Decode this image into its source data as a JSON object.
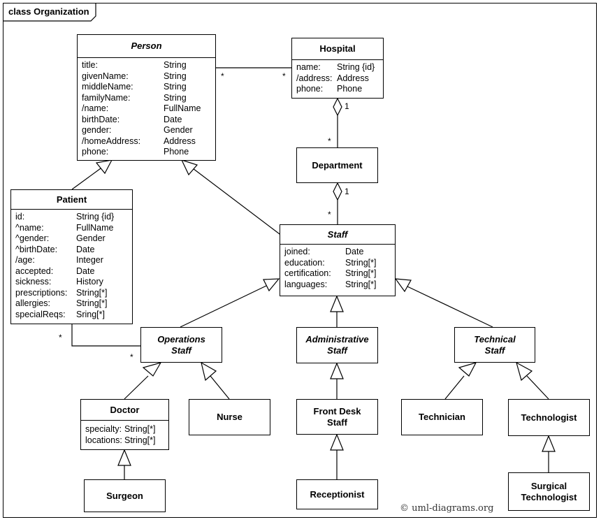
{
  "frame": {
    "title": "class Organization"
  },
  "classes": {
    "person": {
      "name": "Person",
      "attributes": [
        {
          "name": "title:",
          "type": "String"
        },
        {
          "name": "givenName:",
          "type": "String"
        },
        {
          "name": "middleName:",
          "type": "String"
        },
        {
          "name": "familyName:",
          "type": "String"
        },
        {
          "name": "/name:",
          "type": "FullName"
        },
        {
          "name": "birthDate:",
          "type": "Date"
        },
        {
          "name": "gender:",
          "type": "Gender"
        },
        {
          "name": "/homeAddress:",
          "type": "Address"
        },
        {
          "name": "phone:",
          "type": "Phone"
        }
      ]
    },
    "hospital": {
      "name": "Hospital",
      "attributes": [
        {
          "name": "name:",
          "type": "String {id}"
        },
        {
          "name": "/address:",
          "type": "Address"
        },
        {
          "name": "phone:",
          "type": "Phone"
        }
      ]
    },
    "department": {
      "name": "Department"
    },
    "patient": {
      "name": "Patient",
      "attributes": [
        {
          "name": "id:",
          "type": "String {id}"
        },
        {
          "name": "^name:",
          "type": "FullName"
        },
        {
          "name": "^gender:",
          "type": "Gender"
        },
        {
          "name": "^birthDate:",
          "type": "Date"
        },
        {
          "name": "/age:",
          "type": "Integer"
        },
        {
          "name": "accepted:",
          "type": "Date"
        },
        {
          "name": "sickness:",
          "type": "History"
        },
        {
          "name": "prescriptions:",
          "type": "String[*]"
        },
        {
          "name": "allergies:",
          "type": "String[*]"
        },
        {
          "name": "specialReqs:",
          "type": "Sring[*]"
        }
      ]
    },
    "staff": {
      "name": "Staff",
      "attributes": [
        {
          "name": "joined:",
          "type": "Date"
        },
        {
          "name": "education:",
          "type": "String[*]"
        },
        {
          "name": "certification:",
          "type": "String[*]"
        },
        {
          "name": "languages:",
          "type": "String[*]"
        }
      ]
    },
    "operations_staff": {
      "name_lines": [
        "Operations",
        "Staff"
      ]
    },
    "administrative_staff": {
      "name_lines": [
        "Administrative",
        "Staff"
      ]
    },
    "technical_staff": {
      "name_lines": [
        "Technical",
        "Staff"
      ]
    },
    "doctor": {
      "name": "Doctor",
      "attributes": [
        {
          "name": "specialty:",
          "type": "String[*]"
        },
        {
          "name": "locations:",
          "type": "String[*]"
        }
      ]
    },
    "nurse": {
      "name": "Nurse"
    },
    "front_desk_staff": {
      "name_lines": [
        "Front Desk",
        "Staff"
      ]
    },
    "technician": {
      "name": "Technician"
    },
    "technologist": {
      "name": "Technologist"
    },
    "surgeon": {
      "name": "Surgeon"
    },
    "receptionist": {
      "name": "Receptionist"
    },
    "surgical_technologist": {
      "name_lines": [
        "Surgical",
        "Technologist"
      ]
    }
  },
  "multiplicities": {
    "person_hospital": "*",
    "hospital_person": "*",
    "hospital_department": "1",
    "department_hospital": "*",
    "department_staff": "1",
    "staff_department": "*",
    "patient_ops": "*",
    "ops_patient": "*"
  },
  "copyright": "© uml-diagrams.org"
}
